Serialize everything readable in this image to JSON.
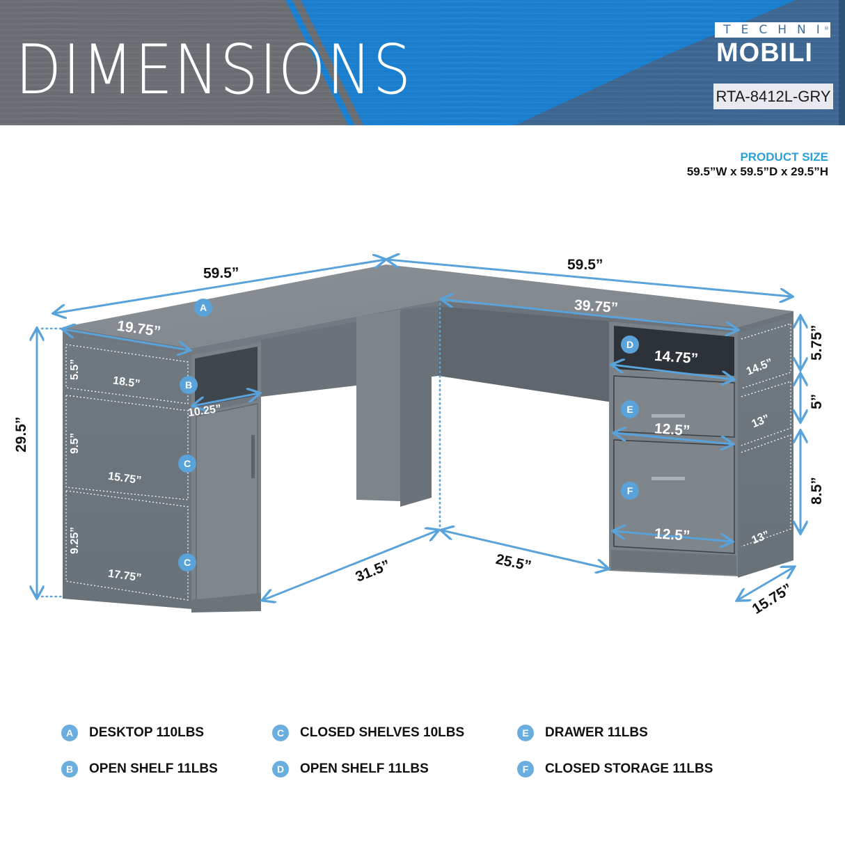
{
  "header": {
    "title": "DIMENSIONS",
    "brand_top": "TECHNI",
    "brand_bottom": "MOBILI",
    "brand_registered": "®",
    "model_number": "RTA-8412L-GRY",
    "colors": {
      "gray_band": "#6b6f74",
      "blue_band": "#1a7fcf",
      "slate_band": "#3e6792"
    }
  },
  "product_size": {
    "label": "PRODUCT SIZE",
    "value": "59.5”W x 59.5”D x 29.5”H"
  },
  "diagram": {
    "accent_color": "#5aa3da",
    "desk_color": "#7b8288",
    "overall": {
      "left_width": "59.5”",
      "right_width": "59.5”",
      "height": "29.5”"
    },
    "left_unit": {
      "top_depth": "19.75”",
      "shelf_height_1": "5.5”",
      "shelf_depth_1": "18.5”",
      "open_shelf_width": "10.25”",
      "shelf_height_2": "9.5”",
      "shelf_depth_2": "15.75”",
      "shelf_height_3": "9.25”",
      "shelf_depth_3": "17.75”"
    },
    "right_unit": {
      "desktop_inner_width": "39.75”",
      "open_shelf_width": "14.75”",
      "open_shelf_depth": "14.5”",
      "open_shelf_height": "5.75”",
      "drawer_width": "12.5”",
      "drawer_depth": "13”",
      "drawer_height": "5”",
      "storage_width": "12.5”",
      "storage_depth": "13”",
      "storage_height": "8.5”",
      "cabinet_depth": "15.75”"
    },
    "floor": {
      "left_leg_span": "31.5”",
      "right_leg_span": "25.5”"
    },
    "badges": [
      "A",
      "B",
      "C",
      "C",
      "D",
      "E",
      "F"
    ]
  },
  "legend": {
    "items": [
      {
        "letter": "A",
        "label": "DESKTOP 110LBS"
      },
      {
        "letter": "B",
        "label": "OPEN SHELF 11LBS"
      },
      {
        "letter": "C",
        "label": "CLOSED SHELVES 10LBS"
      },
      {
        "letter": "D",
        "label": "OPEN SHELF 11LBS"
      },
      {
        "letter": "E",
        "label": "DRAWER 11LBS"
      },
      {
        "letter": "F",
        "label": "CLOSED STORAGE 11LBS"
      }
    ]
  }
}
